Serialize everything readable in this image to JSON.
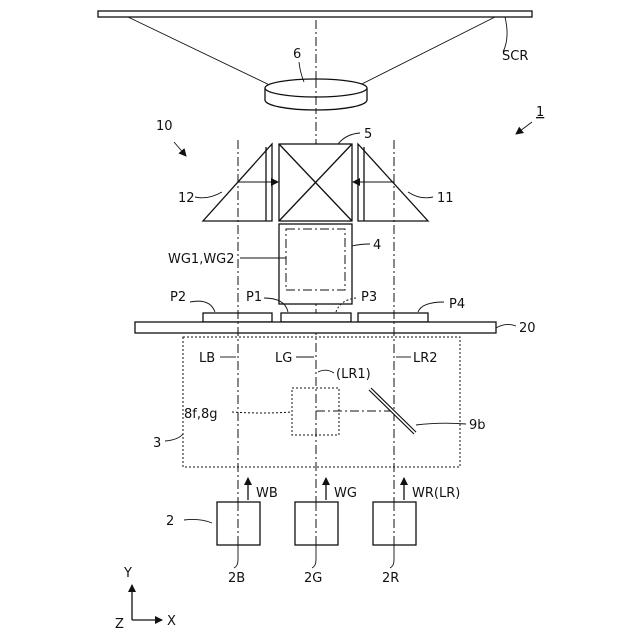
{
  "labels": {
    "screen": "SCR",
    "device": "1",
    "lens": "6",
    "prism_group": "10",
    "dichroic_prism": "5",
    "prism_left": "12",
    "prism_right": "11",
    "waveguide_ref": "WG1,WG2",
    "waveguide": "4",
    "port_p1": "P1",
    "port_p2": "P2",
    "port_p3": "P3",
    "port_p4": "P4",
    "substrate": "20",
    "beam_lb": "LB",
    "beam_lg": "LG",
    "beam_lr1": "(LR1)",
    "beam_lr2": "LR2",
    "combiner_ref": "8f,8g",
    "combiner_box": "3",
    "mirror": "9b",
    "light_wb": "WB",
    "light_wg": "WG",
    "light_wr": "WR(LR)",
    "source_group": "2",
    "source_b": "2B",
    "source_g": "2G",
    "source_r": "2R",
    "axis_y": "Y",
    "axis_x": "X",
    "axis_z": "Z"
  }
}
